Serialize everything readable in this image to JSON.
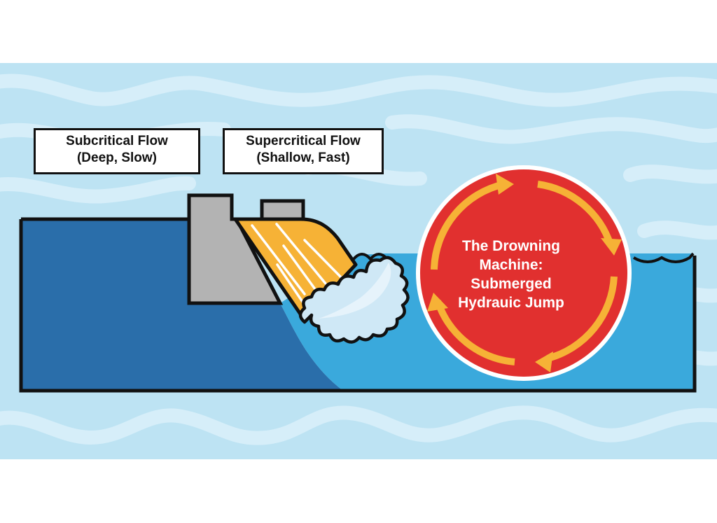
{
  "diagram": {
    "labels": {
      "subcritical": {
        "line1": "Subcritical Flow",
        "line2": "(Deep, Slow)"
      },
      "supercritical": {
        "line1": "Supercritical Flow",
        "line2": "(Shallow, Fast)"
      }
    },
    "hazard_circle": {
      "line1": "The Drowning",
      "line2": "Machine:",
      "line3": "Submerged",
      "line4": "Hydrauic Jump"
    },
    "elements": [
      "dam",
      "spillway",
      "turbulent-foam",
      "upstream-water",
      "downstream-water",
      "recirculation-arrows"
    ],
    "colors": {
      "background": "#bde3f3",
      "wave_stripe": "#d6eef9",
      "deep_water": "#2a6eaa",
      "shallow_water": "#3aa9dc",
      "dam": "#b3b3b3",
      "spillway": "#f6b236",
      "circle": "#e1302f",
      "arrows": "#f6b236",
      "foam": "#cfe8f6",
      "outline": "#111111"
    }
  }
}
